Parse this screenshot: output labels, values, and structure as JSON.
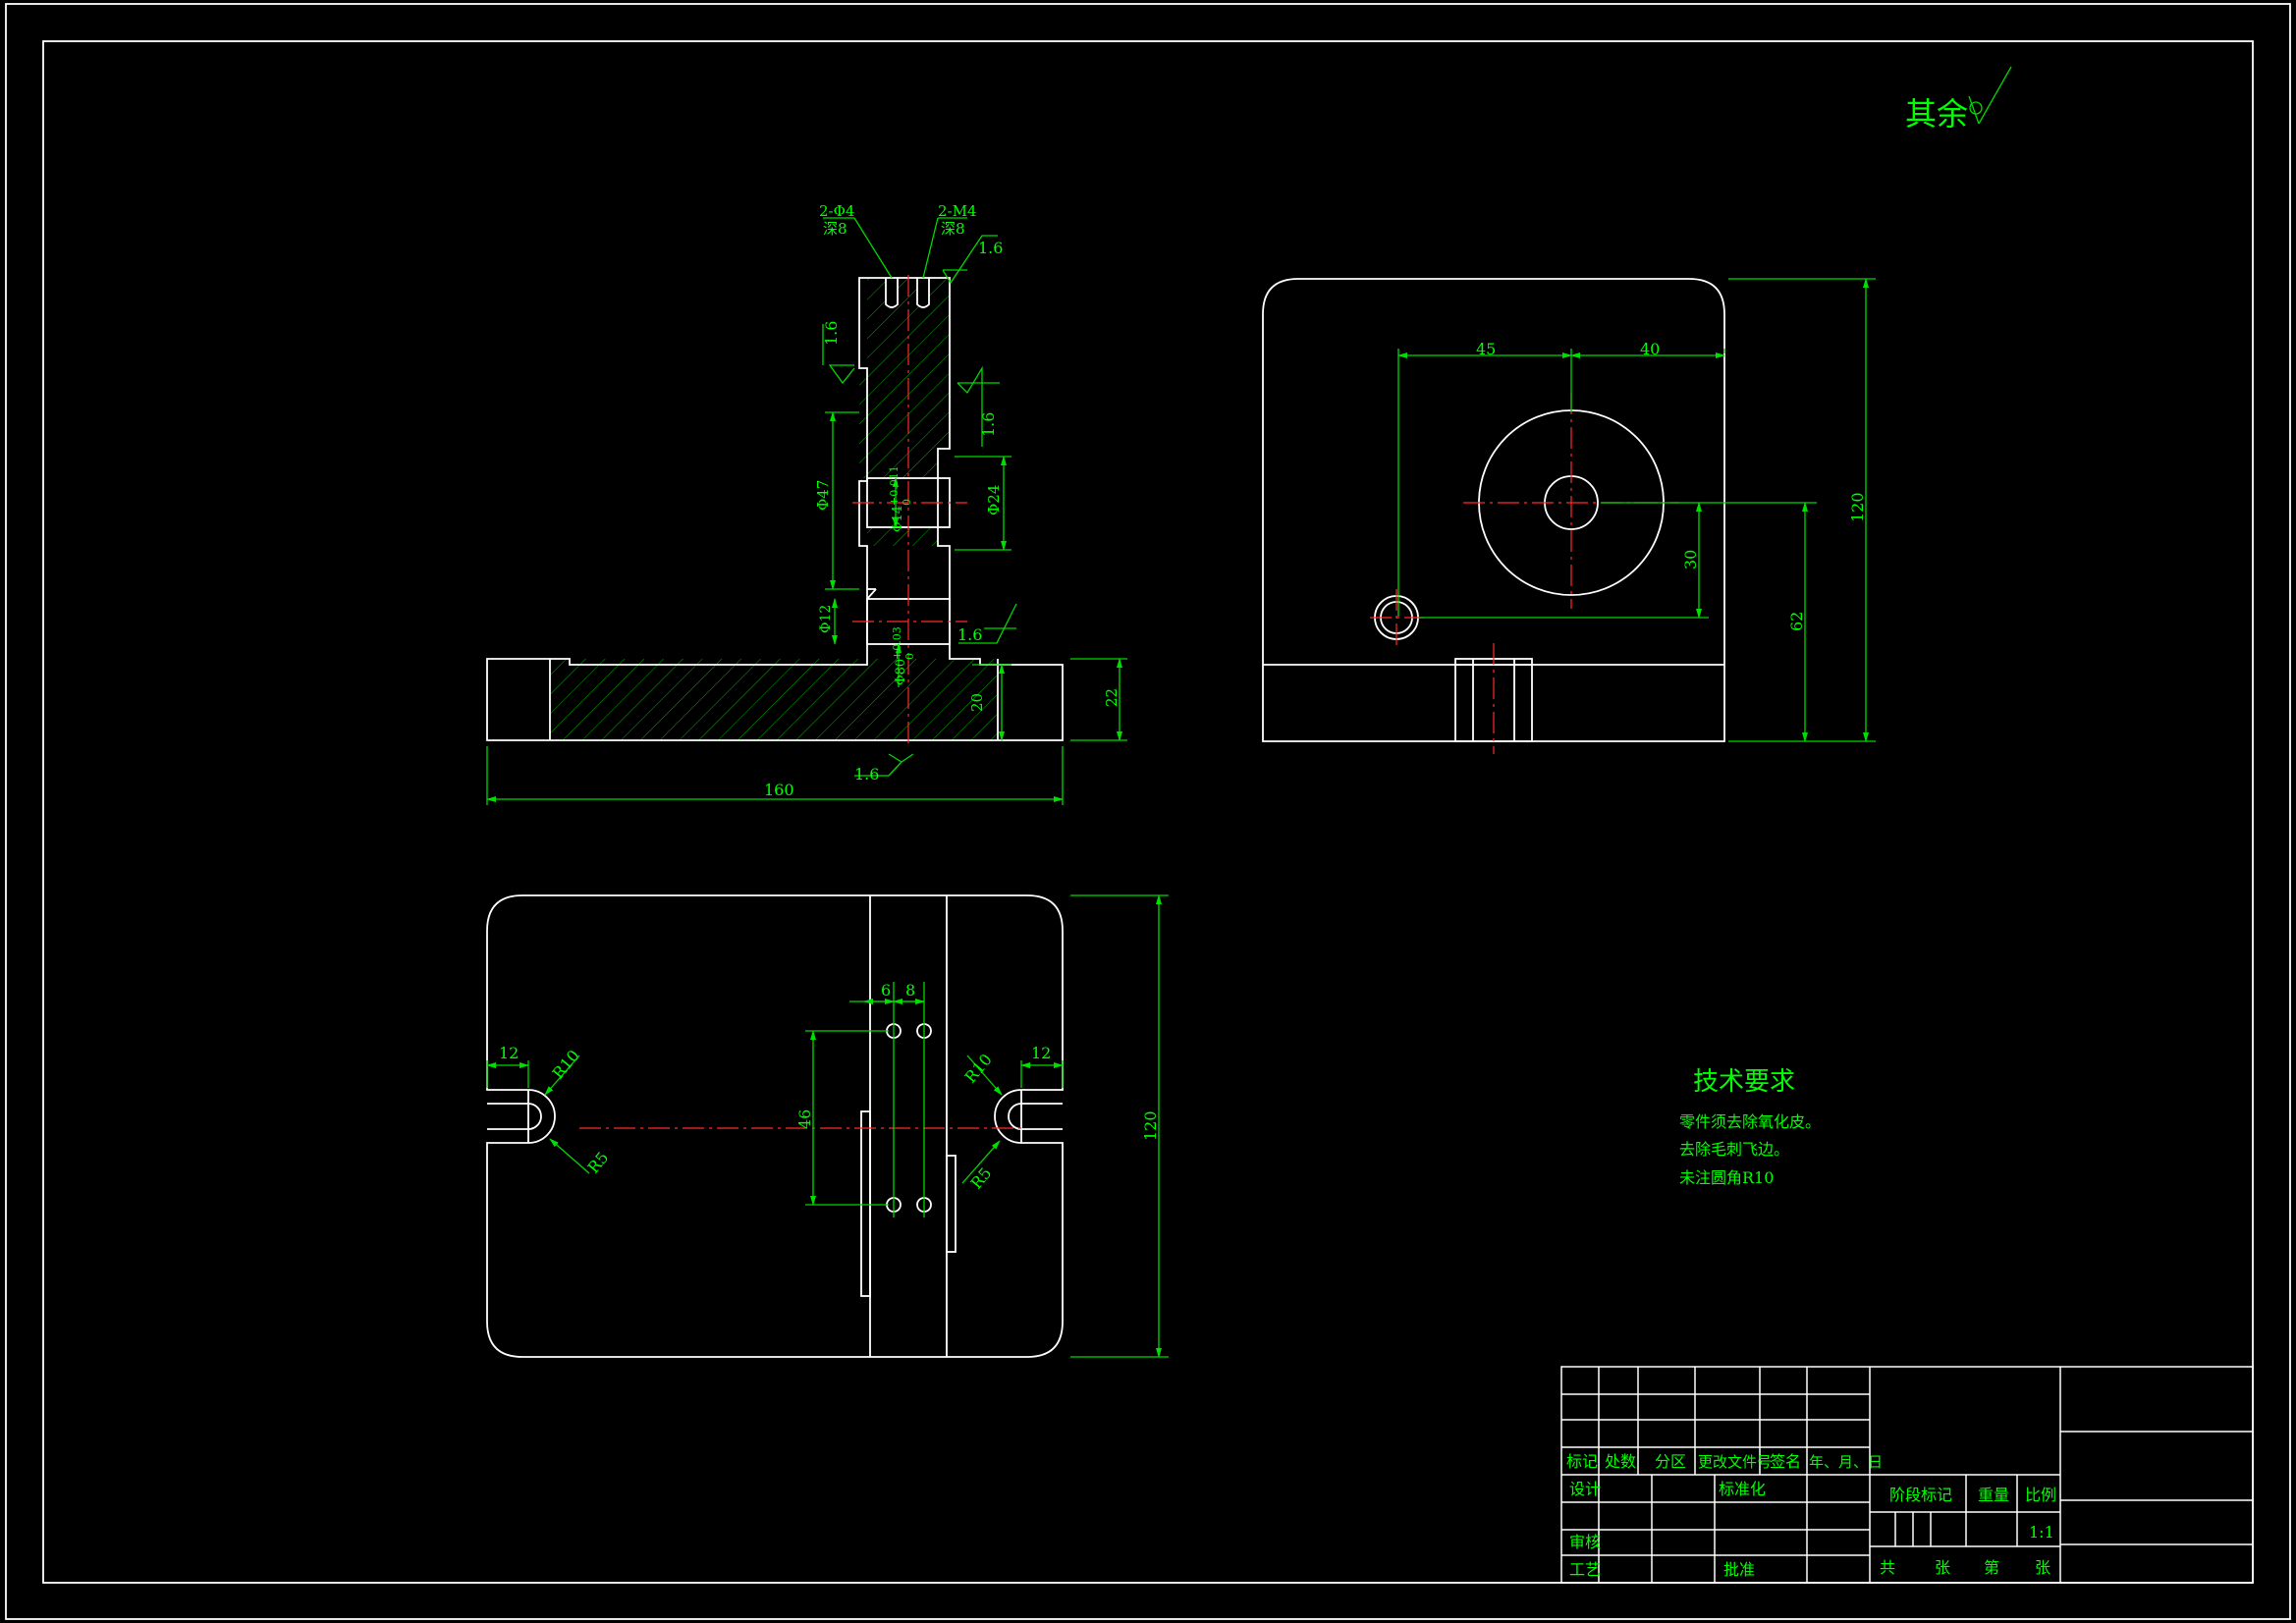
{
  "roughness_note": {
    "label": "其余"
  },
  "section_view": {
    "callout_left_1": "2-Φ4",
    "callout_left_2": "深8",
    "callout_right_1": "2-M4",
    "callout_right_2": "深8",
    "rough_top": "1.6",
    "rough_left": "1.6",
    "rough_right": "1.6",
    "rough_mid": "1.6",
    "rough_bottom": "1.6",
    "dim_47": "Φ47",
    "dim_14": "Φ14",
    "dim_14_tol": "+0.011",
    "dim_14_tol_lower": "0",
    "dim_24": "Φ24",
    "dim_12": "Φ12",
    "dim_80": "Φ80",
    "dim_80_tol": "+0.03",
    "dim_80_tol_lower": "0",
    "dim_20": "20",
    "dim_22": "22",
    "dim_160": "160"
  },
  "side_view": {
    "dim_45": "45",
    "dim_40": "40",
    "dim_120": "120",
    "dim_30": "30",
    "dim_62": "62"
  },
  "top_view": {
    "dim_6": "6",
    "dim_8": "8",
    "dim_12_left": "12",
    "dim_12_right": "12",
    "dim_r10_left": "R10",
    "dim_r10_right": "R10",
    "dim_r5_left": "R5",
    "dim_r5_right": "R5",
    "dim_46": "46",
    "dim_120": "120"
  },
  "tech_requirements": {
    "title": "技术要求",
    "items": [
      "零件须去除氧化皮。",
      "去除毛刺飞边。",
      "未注圆角R10"
    ]
  },
  "title_block": {
    "mark": "标记",
    "count": "处数",
    "zone": "分区",
    "change_doc": "更改文件号",
    "signature": "签名",
    "date": "年、月、日",
    "design": "设计",
    "standardize": "标准化",
    "stage_mark": "阶段标记",
    "weight": "重量",
    "scale": "比例",
    "scale_value": "1:1",
    "review": "审核",
    "process": "工艺",
    "approve": "批准",
    "total": "共",
    "sheets": "张",
    "number": "第",
    "sheet": "张"
  }
}
